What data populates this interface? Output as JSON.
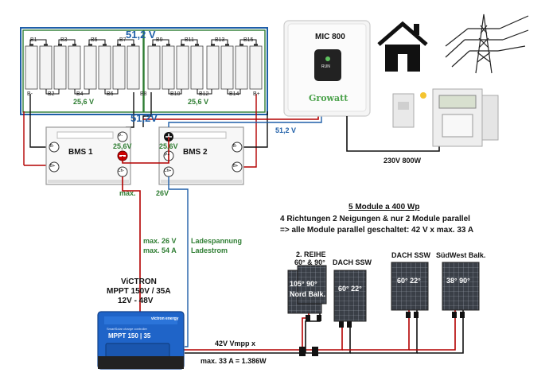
{
  "battery": {
    "top_voltage": "51,2 V",
    "mid_voltage": "51,2V",
    "cells_top": [
      "B1",
      "B3",
      "B5",
      "B7",
      "B9",
      "B11",
      "B13",
      "B15"
    ],
    "cells_bottom": [
      "B-",
      "B2",
      "B4",
      "B6",
      "B8",
      "B10",
      "B12",
      "B14",
      "B+"
    ],
    "left_half_voltage": "25,6 V",
    "right_half_voltage": "25,6 V"
  },
  "inverter": {
    "name": "MIC 800",
    "brand": "Growatt",
    "led": "RUN"
  },
  "dc_link": "51,2 V",
  "ac_link": "230V 800W",
  "bms": {
    "bms1": "BMS 1",
    "bms2": "BMS 2",
    "left_voltage": "25,6V",
    "right_voltage": "25,6V",
    "terminals": {
      "bminus": "B-",
      "bplus": "B+",
      "pminus": "P-",
      "pplus": "P+",
      "chminus": "Ch-",
      "chplus": "Ch+"
    }
  },
  "charge_wires": {
    "max_label": "max.",
    "v26_label": "26V",
    "max_v": "max. 26 V",
    "max_a": "max. 54 A",
    "ladespannung": "Ladespannung",
    "ladestrom": "Ladestrom"
  },
  "modules": {
    "title": "5 Module a 400 Wp",
    "desc1": "4 Richtungen 2 Neigungen & nur 2 Module parallel",
    "desc2": "=> alle Module parallel geschaltet: 42 V x max. 33 A",
    "groups": [
      {
        "label1": "2. REIHE",
        "label2": "60° & 90°",
        "panel_text1": "105° 90°",
        "panel_text2": "Nord Balk."
      },
      {
        "label1": "DACH SSW",
        "panel_text1": "60°  22°"
      },
      {
        "label1": "DACH SSW",
        "panel_text1": "60° 22°"
      },
      {
        "label1": "SüdWest Balk.",
        "panel_text1": "38°  90°"
      }
    ]
  },
  "victron": {
    "name": "ViCTRON",
    "model": "MPPT 150V / 35A",
    "voltage": "12V - 48V",
    "brand": "victron energy",
    "device_title": "MPPT 150 | 35",
    "device_sub": "SmartSolar charge controller"
  },
  "pv_input": {
    "vmpp": "42V Vmpp x",
    "max": "max. 33 A = 1.386W"
  },
  "icons": [
    "house-icon",
    "power-pylon-icon",
    "electricity-meter-icon",
    "solar-panel-icon",
    "inverter-icon"
  ]
}
